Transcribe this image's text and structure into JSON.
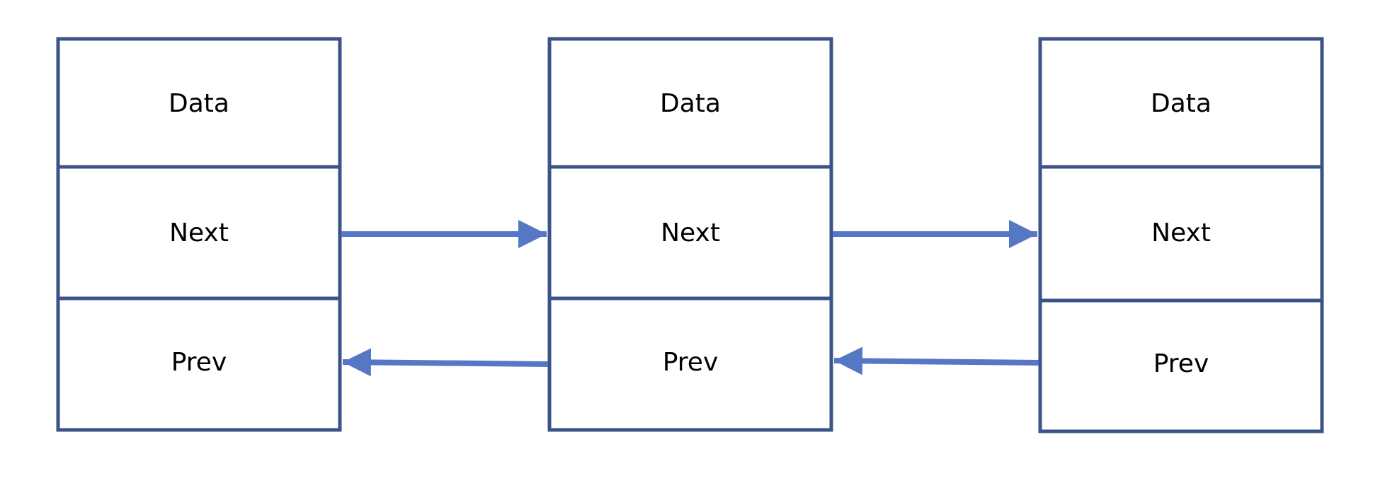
{
  "nodes": [
    {
      "fields": [
        "Data",
        "Next",
        "Prev"
      ]
    },
    {
      "fields": [
        "Data",
        "Next",
        "Prev"
      ]
    },
    {
      "fields": [
        "Data",
        "Next",
        "Prev"
      ]
    }
  ],
  "links": [
    {
      "kind": "next",
      "from_node": 0,
      "to_node": 1
    },
    {
      "kind": "next",
      "from_node": 1,
      "to_node": 2
    },
    {
      "kind": "prev",
      "from_node": 1,
      "to_node": 0
    },
    {
      "kind": "prev",
      "from_node": 2,
      "to_node": 1
    }
  ],
  "colors": {
    "box_stroke": "#3b5389",
    "arrow": "#5677c3",
    "text": "#000000",
    "background": "#ffffff"
  }
}
